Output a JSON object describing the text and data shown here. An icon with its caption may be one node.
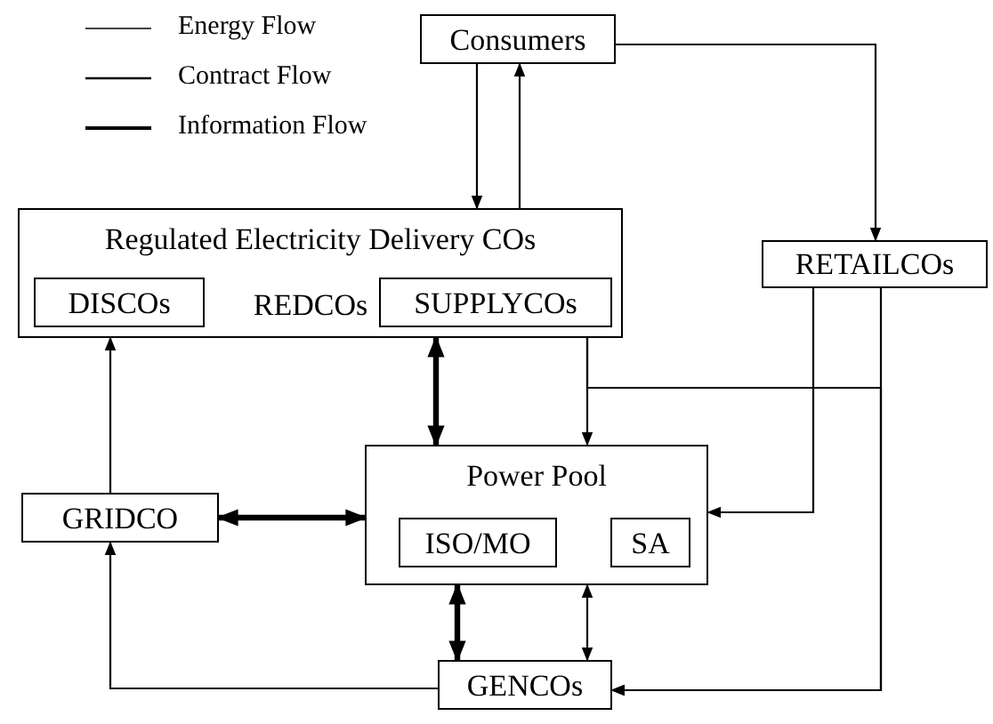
{
  "diagram": {
    "nodes": [
      {
        "text": [
          "Consumers"
        ]
      },
      {
        "text": [
          "Regulated Electricity Delivery COs",
          "REDCOs"
        ]
      },
      {
        "text": [
          "DISCOs"
        ],
        "in": 1
      },
      {
        "text": [
          "SUPPLYCOs"
        ],
        "in": 1
      },
      {
        "text": [
          "RETAILCOs"
        ]
      },
      {
        "text": [
          "GRIDCO"
        ]
      },
      {
        "text": [
          "Power Pool"
        ]
      },
      {
        "text": [
          "ISO/MO"
        ],
        "in": 6
      },
      {
        "text": [
          "SA"
        ],
        "in": 6
      },
      {
        "text": [
          "GENCOs"
        ]
      }
    ],
    "edges": [
      {
        "from": 0,
        "to": 1,
        "arrow": "to"
      },
      {
        "from": 1,
        "to": 0,
        "arrow": "to"
      },
      {
        "from": 0,
        "to": 4,
        "arrow": "to"
      },
      {
        "from": 1,
        "to": 6,
        "arrow": "both",
        "style": "thick"
      },
      {
        "from": 1,
        "to": 6,
        "arrow": "to"
      },
      {
        "from": 1,
        "to": 9,
        "arrow": "to"
      },
      {
        "from": 4,
        "to": 6,
        "arrow": "to"
      },
      {
        "from": 4,
        "to": 9,
        "arrow": "to"
      },
      {
        "from": 5,
        "to": 1,
        "arrow": "to"
      },
      {
        "from": 5,
        "to": 6,
        "arrow": "both",
        "style": "thick"
      },
      {
        "from": 6,
        "to": 9,
        "arrow": "both",
        "style": "thick"
      },
      {
        "from": 6,
        "to": 9,
        "arrow": "both"
      },
      {
        "from": 9,
        "to": 5,
        "arrow": "to"
      }
    ],
    "legend": [
      {
        "text": "Energy Flow"
      },
      {
        "text": "Contract Flow"
      },
      {
        "text": "Information Flow"
      }
    ]
  }
}
